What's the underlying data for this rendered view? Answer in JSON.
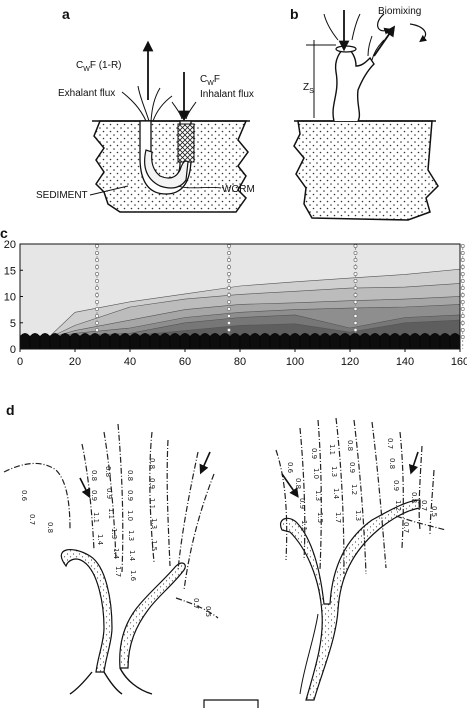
{
  "panels": {
    "a": {
      "label": "a",
      "exhalant_coeff": "C",
      "exhalant_sub": "W",
      "exhalant_rest": "F (1-R)",
      "exhalant_text": "Exhalant flux",
      "inhalant_coeff": "C",
      "inhalant_sub": "W",
      "inhalant_rest": "F",
      "inhalant_text": "Inhalant flux",
      "sediment_label": "SEDIMENT",
      "worm_label": "WORM"
    },
    "b": {
      "label": "b",
      "biomixing_label": "Biomixing",
      "zs_main": "Z",
      "zs_sub": "S"
    },
    "c": {
      "label": "c",
      "y_ticks": [
        "0",
        "5",
        "10",
        "15",
        "20"
      ],
      "x_ticks": [
        "0",
        "20",
        "40",
        "60",
        "80",
        "100",
        "120",
        "140",
        "160"
      ]
    },
    "d": {
      "label": "d",
      "left_numbers": [
        "0.8",
        "0.9",
        "1.1",
        "1.4",
        "0.8",
        "0.9",
        "1.1",
        "1.3",
        "1.4",
        "1.7",
        "0.8",
        "0.9",
        "1.0",
        "1.3",
        "1.4",
        "1.6",
        "0.8",
        "0.9",
        "1.1",
        "1.3",
        "1.5",
        "0.6",
        "0.7",
        "0.8",
        "0.7",
        "0.5"
      ],
      "right_numbers": [
        "0.6",
        "0.8",
        "0.9",
        "1.1",
        "0.9",
        "1.0",
        "1.3",
        "1.5",
        "1.1",
        "1.3",
        "1.4",
        "1.7",
        "0.8",
        "0.9",
        "1.2",
        "1.3",
        "0.7",
        "0.8",
        "0.9",
        "1.2",
        "0.8",
        "0.7",
        "0.5",
        "0.7"
      ]
    }
  },
  "chart_data": {
    "type": "area",
    "title": "",
    "xlabel": "",
    "ylabel": "",
    "xlim": [
      0,
      160
    ],
    "ylim": [
      0,
      20
    ],
    "x": [
      0,
      10,
      20,
      40,
      60,
      80,
      100,
      120,
      140,
      160
    ],
    "series": [
      {
        "values": [
          1.5,
          2,
          7,
          9,
          10.5,
          12,
          12.8,
          13.5,
          14.2,
          15.2
        ],
        "color": "#cfcfcf"
      },
      {
        "values": [
          1.5,
          2,
          4.5,
          8,
          9.5,
          10.4,
          11,
          11.6,
          11.8,
          12.5
        ],
        "color": "#bcbcbc"
      },
      {
        "values": [
          1.5,
          2,
          3.5,
          5.5,
          7.5,
          8.5,
          8.8,
          9.2,
          9.5,
          10
        ],
        "color": "#a6a6a6"
      },
      {
        "values": [
          1.5,
          2,
          3,
          4,
          6,
          7,
          7.5,
          7.8,
          8,
          8.5
        ],
        "color": "#8e8e8e"
      },
      {
        "values": [
          1.5,
          2,
          2.5,
          3,
          5,
          6,
          6.5,
          4,
          6,
          6.5
        ],
        "color": "#777777"
      },
      {
        "values": [
          1.5,
          2,
          2.2,
          2.5,
          3.5,
          4.5,
          4.8,
          3.2,
          5,
          5.5
        ],
        "color": "#5e5e5e"
      }
    ],
    "background": "#e6e6e6",
    "sample_columns_x": [
      28,
      76,
      122,
      161
    ],
    "burrow_row_level": 3
  }
}
